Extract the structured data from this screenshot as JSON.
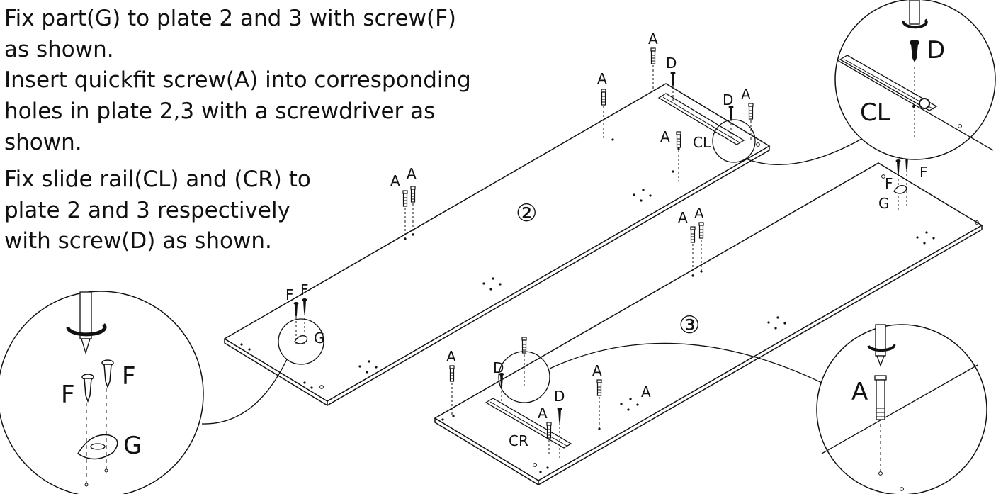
{
  "instructions": {
    "step1_line1": "Fix part(G) to plate 2 and 3 with screw(F)",
    "step1_line2": "as shown.",
    "step2_line1": "Insert quickfit screw(A) into corresponding",
    "step2_line2": "holes in plate 2,3 with a screwdriver as",
    "step2_line3": "shown.",
    "step3_line1": "Fix slide rail(CL) and (CR) to",
    "step3_line2": "plate 2 and 3 respectively",
    "step3_line3": "with screw(D) as shown."
  },
  "plates": {
    "plate2_number": "②",
    "plate3_number": "③"
  },
  "parts": {
    "quickfit_screw": "A",
    "rail_screw": "D",
    "part_screw": "F",
    "part_g": "G",
    "left_rail": "CL",
    "right_rail": "CR"
  },
  "icons": {
    "rotation": "rotation-arrow-icon",
    "screwdriver": "screwdriver-icon"
  },
  "colors": {
    "line": "#111111",
    "background": "#ffffff"
  }
}
